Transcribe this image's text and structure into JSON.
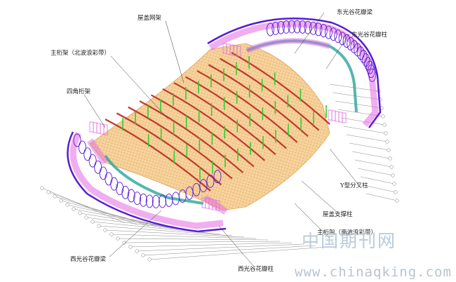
{
  "labels": {
    "roof_grid": "屋盖网架",
    "east_ring_beam": "东光谷花瓣梁",
    "east_column": "东光谷花瓣柱",
    "main_truss_north": "主桁架（北波浪彩带）",
    "corner_truss": "四角桁架",
    "y_column": "Y型分叉柱",
    "roof_support": "屋盖支撑柱",
    "main_truss_south": "主桁架（南波浪彩带）",
    "west_ring_beam": "西光谷花瓣梁",
    "west_column": "西光谷花瓣柱"
  },
  "watermark": {
    "cn": "中国期刊网",
    "url": "www.chinaqking.com"
  },
  "colors": {
    "roof": "#f4c98e",
    "truss": "#c0392b",
    "column": "#33cc33",
    "petal": "#e36be3",
    "ring": "#5a1ad6",
    "inner": "#2aa59a"
  }
}
